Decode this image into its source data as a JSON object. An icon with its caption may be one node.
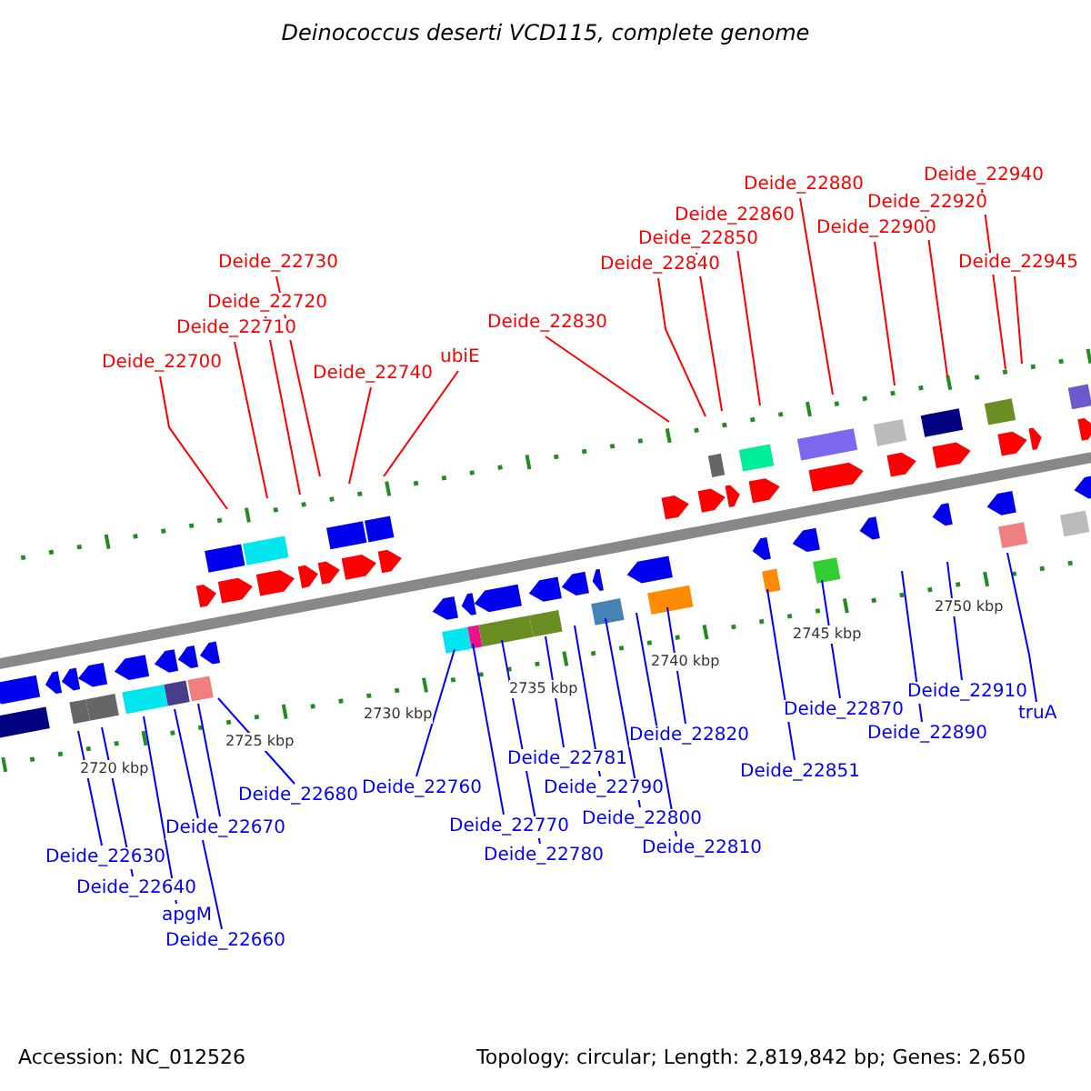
{
  "diagram": {
    "title": "Deinococcus deserti VCD115, complete genome",
    "nodes": [
      {
        "text": [
          "Deide_22730"
        ]
      },
      {
        "text": [
          "Deide_22720"
        ]
      },
      {
        "text": [
          "Deide_22710"
        ]
      },
      {
        "text": [
          "Deide_22700"
        ]
      },
      {
        "text": [
          "Deide_22740"
        ]
      },
      {
        "text": [
          "ubiE"
        ]
      },
      {
        "text": [
          "Deide_22830"
        ]
      },
      {
        "text": [
          "Deide_22840"
        ]
      },
      {
        "text": [
          "Deide_22850"
        ]
      },
      {
        "text": [
          "Deide_22860"
        ]
      },
      {
        "text": [
          "Deide_22880"
        ]
      },
      {
        "text": [
          "Deide_22900"
        ]
      },
      {
        "text": [
          "Deide_22920"
        ]
      },
      {
        "text": [
          "Deide_22940"
        ]
      },
      {
        "text": [
          "Deide_22945"
        ]
      },
      {
        "text": [
          "Deide_22630"
        ]
      },
      {
        "text": [
          "Deide_22640"
        ]
      },
      {
        "text": [
          "apgM"
        ]
      },
      {
        "text": [
          "Deide_22660"
        ]
      },
      {
        "text": [
          "Deide_22670"
        ]
      },
      {
        "text": [
          "Deide_22680"
        ]
      },
      {
        "text": [
          "Deide_22760"
        ]
      },
      {
        "text": [
          "Deide_22770"
        ]
      },
      {
        "text": [
          "Deide_22780"
        ]
      },
      {
        "text": [
          "Deide_22781"
        ]
      },
      {
        "text": [
          "Deide_22790"
        ]
      },
      {
        "text": [
          "Deide_22800"
        ]
      },
      {
        "text": [
          "Deide_22810"
        ]
      },
      {
        "text": [
          "Deide_22820"
        ]
      },
      {
        "text": [
          "Deide_22851"
        ]
      },
      {
        "text": [
          "Deide_22870"
        ]
      },
      {
        "text": [
          "Deide_22890"
        ]
      },
      {
        "text": [
          "Deide_22910"
        ]
      },
      {
        "text": [
          "truA"
        ]
      }
    ],
    "edges": [
      {
        "from": 0,
        "to": null,
        "arrow": "none",
        "color": "#ff0000"
      },
      {
        "from": 1,
        "to": null,
        "arrow": "none",
        "color": "#ff0000"
      },
      {
        "from": 2,
        "to": null,
        "arrow": "none",
        "color": "#ff0000"
      },
      {
        "from": 3,
        "to": null,
        "arrow": "none",
        "color": "#ff0000"
      },
      {
        "from": 4,
        "to": null,
        "arrow": "none",
        "color": "#ff0000"
      },
      {
        "from": 5,
        "to": null,
        "arrow": "none",
        "color": "#ff0000"
      },
      {
        "from": 6,
        "to": null,
        "arrow": "none",
        "color": "#ff0000"
      },
      {
        "from": 7,
        "to": null,
        "arrow": "none",
        "color": "#ff0000"
      },
      {
        "from": 8,
        "to": null,
        "arrow": "none",
        "color": "#ff0000"
      },
      {
        "from": 9,
        "to": null,
        "arrow": "none",
        "color": "#ff0000"
      },
      {
        "from": 10,
        "to": null,
        "arrow": "none",
        "color": "#ff0000"
      },
      {
        "from": 11,
        "to": null,
        "arrow": "none",
        "color": "#ff0000"
      },
      {
        "from": 12,
        "to": null,
        "arrow": "none",
        "color": "#ff0000"
      },
      {
        "from": 13,
        "to": null,
        "arrow": "none",
        "color": "#ff0000"
      },
      {
        "from": 14,
        "to": null,
        "arrow": "none",
        "color": "#ff0000"
      },
      {
        "from": 15,
        "to": null,
        "arrow": "none"
      },
      {
        "from": 16,
        "to": null,
        "arrow": "none"
      },
      {
        "from": 17,
        "to": null,
        "arrow": "none"
      },
      {
        "from": 18,
        "to": null,
        "arrow": "none"
      },
      {
        "from": 19,
        "to": null,
        "arrow": "none"
      },
      {
        "from": 20,
        "to": null,
        "arrow": "none"
      },
      {
        "from": 21,
        "to": null,
        "arrow": "none"
      },
      {
        "from": 22,
        "to": null,
        "arrow": "none"
      },
      {
        "from": 23,
        "to": null,
        "arrow": "none"
      },
      {
        "from": 24,
        "to": null,
        "arrow": "none"
      },
      {
        "from": 25,
        "to": null,
        "arrow": "none"
      },
      {
        "from": 26,
        "to": null,
        "arrow": "none"
      },
      {
        "from": 27,
        "to": null,
        "arrow": "none"
      },
      {
        "from": 28,
        "to": null,
        "arrow": "none"
      },
      {
        "from": 29,
        "to": null,
        "arrow": "none"
      },
      {
        "from": 30,
        "to": null,
        "arrow": "none"
      },
      {
        "from": 31,
        "to": null,
        "arrow": "none"
      },
      {
        "from": 32,
        "to": null,
        "arrow": "none"
      },
      {
        "from": 33,
        "to": null,
        "arrow": "none"
      }
    ],
    "labels": [
      "2720 kbp",
      "2725 kbp",
      "2730 kbp",
      "2735 kbp",
      "2740 kbp",
      "2745 kbp",
      "2750 kbp",
      "Accession: NC_012526",
      "Topology: circular; Length: 2,819,842 bp; Genes: 2,650"
    ]
  }
}
